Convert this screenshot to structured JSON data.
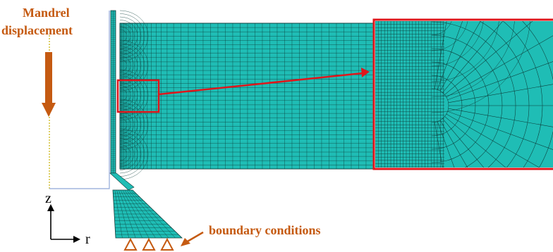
{
  "labels": {
    "mandrel_line1": "Mandrel",
    "mandrel_line2": "displacement",
    "boundary": "boundary conditions",
    "axis_z": "z",
    "axis_r": "r"
  },
  "colors": {
    "mesh_fill": "#1fbdb5",
    "mesh_line": "#0d3d3a",
    "annotation": "#c55a11",
    "callout": "#e0161b",
    "axis_line": "#8fa8d8"
  },
  "icons": {
    "mandrel_arrow": "arrow-down-icon",
    "boundary_supports": "triangle-support-icon",
    "callout_arrow": "arrow-right-icon",
    "axis_arrows": "axis-arrow-icon"
  }
}
